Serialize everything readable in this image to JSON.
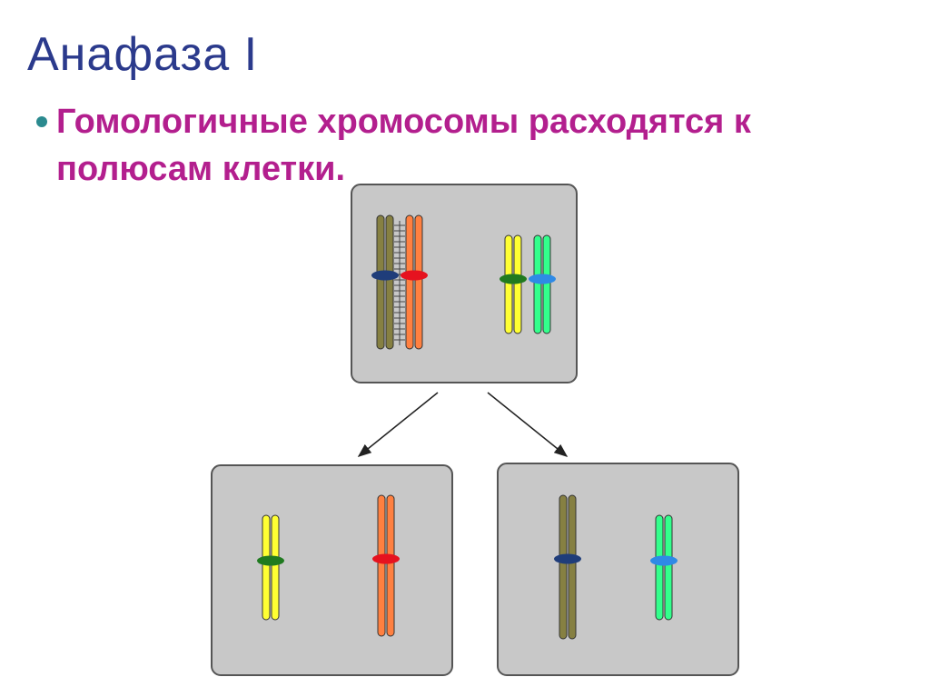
{
  "slide": {
    "title": "Анафаза I",
    "bullet": "Гомологичные хромосомы расходятся к полюсам клетки."
  },
  "colors": {
    "title": "#2b3a8c",
    "bullet_text": "#b31f8e",
    "bullet_dot": "#2b8a8f",
    "cell_fill": "#c8c8c8",
    "cell_stroke": "#555555",
    "olive": "#868042",
    "orange": "#ff8040",
    "yellow": "#ffff33",
    "green": "#33ff8c",
    "band_navy": "#1f3d7a",
    "band_red": "#e6121f",
    "band_dark_green": "#1f7a1f",
    "band_blue": "#2e8ae6"
  },
  "cells": {
    "parent": {
      "chromosomes": [
        "olive",
        "orange",
        "yellow",
        "green"
      ]
    },
    "left_daughter": {
      "chromosomes": [
        "yellow",
        "orange"
      ]
    },
    "right_daughter": {
      "chromosomes": [
        "olive",
        "green"
      ]
    }
  }
}
